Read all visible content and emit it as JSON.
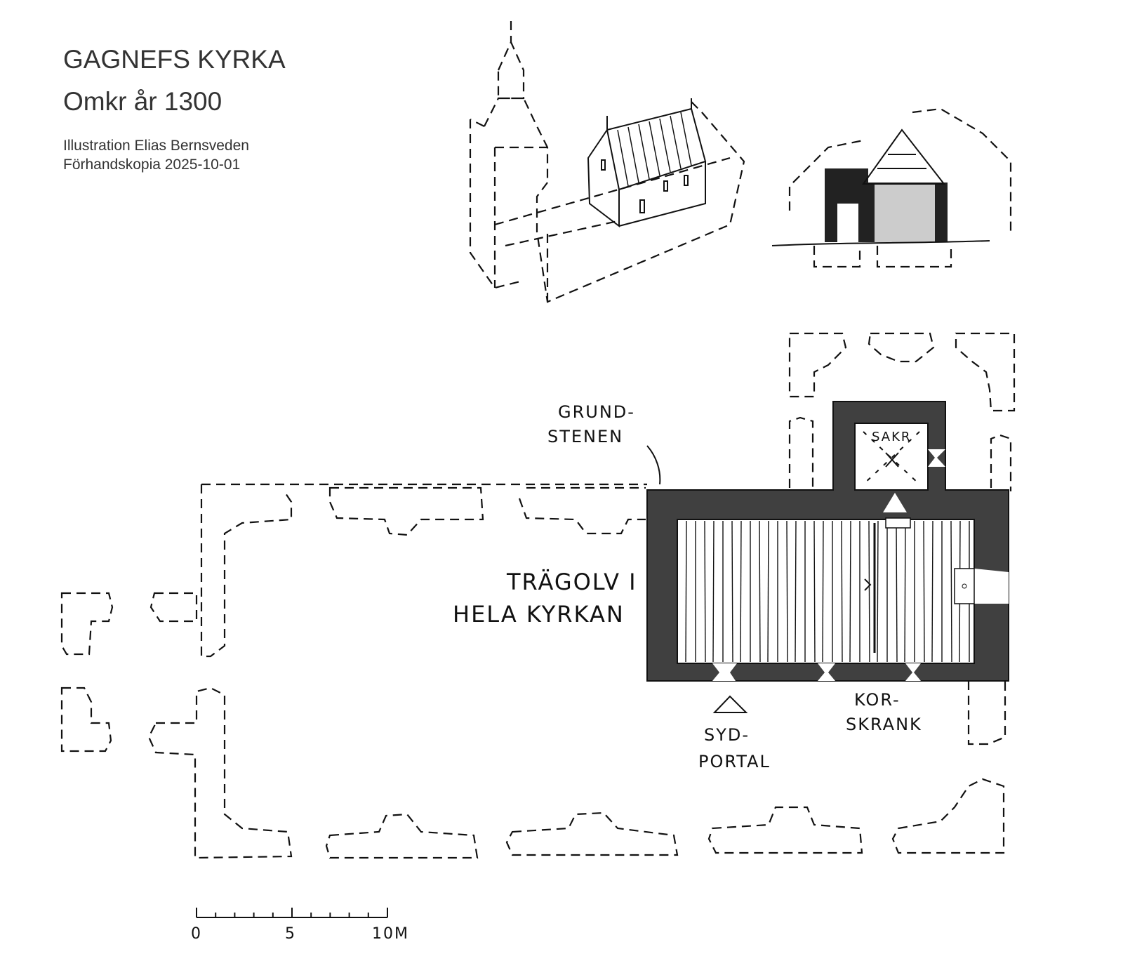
{
  "header": {
    "title": "GAGNEFS KYRKA",
    "subtitle": "Omkr år 1300",
    "credit_line1": "Illustration Elias Bernsveden",
    "credit_line2": "Förhandskopia 2025-10-01"
  },
  "plan": {
    "labels": {
      "grundstenen_1": "GRUND-",
      "grundstenen_2": "STENEN",
      "tragolv_1": "TRÄGOLV I",
      "tragolv_2": "HELA KYRKAN",
      "sydportal_1": "SYD-",
      "sydportal_2": "PORTAL",
      "korskrank_1": "KOR-",
      "korskrank_2": "SKRANK",
      "sakr": "SAKR"
    },
    "wall_color": "#404040",
    "scale": {
      "ticks": [
        "0",
        "5",
        "10M"
      ]
    }
  }
}
